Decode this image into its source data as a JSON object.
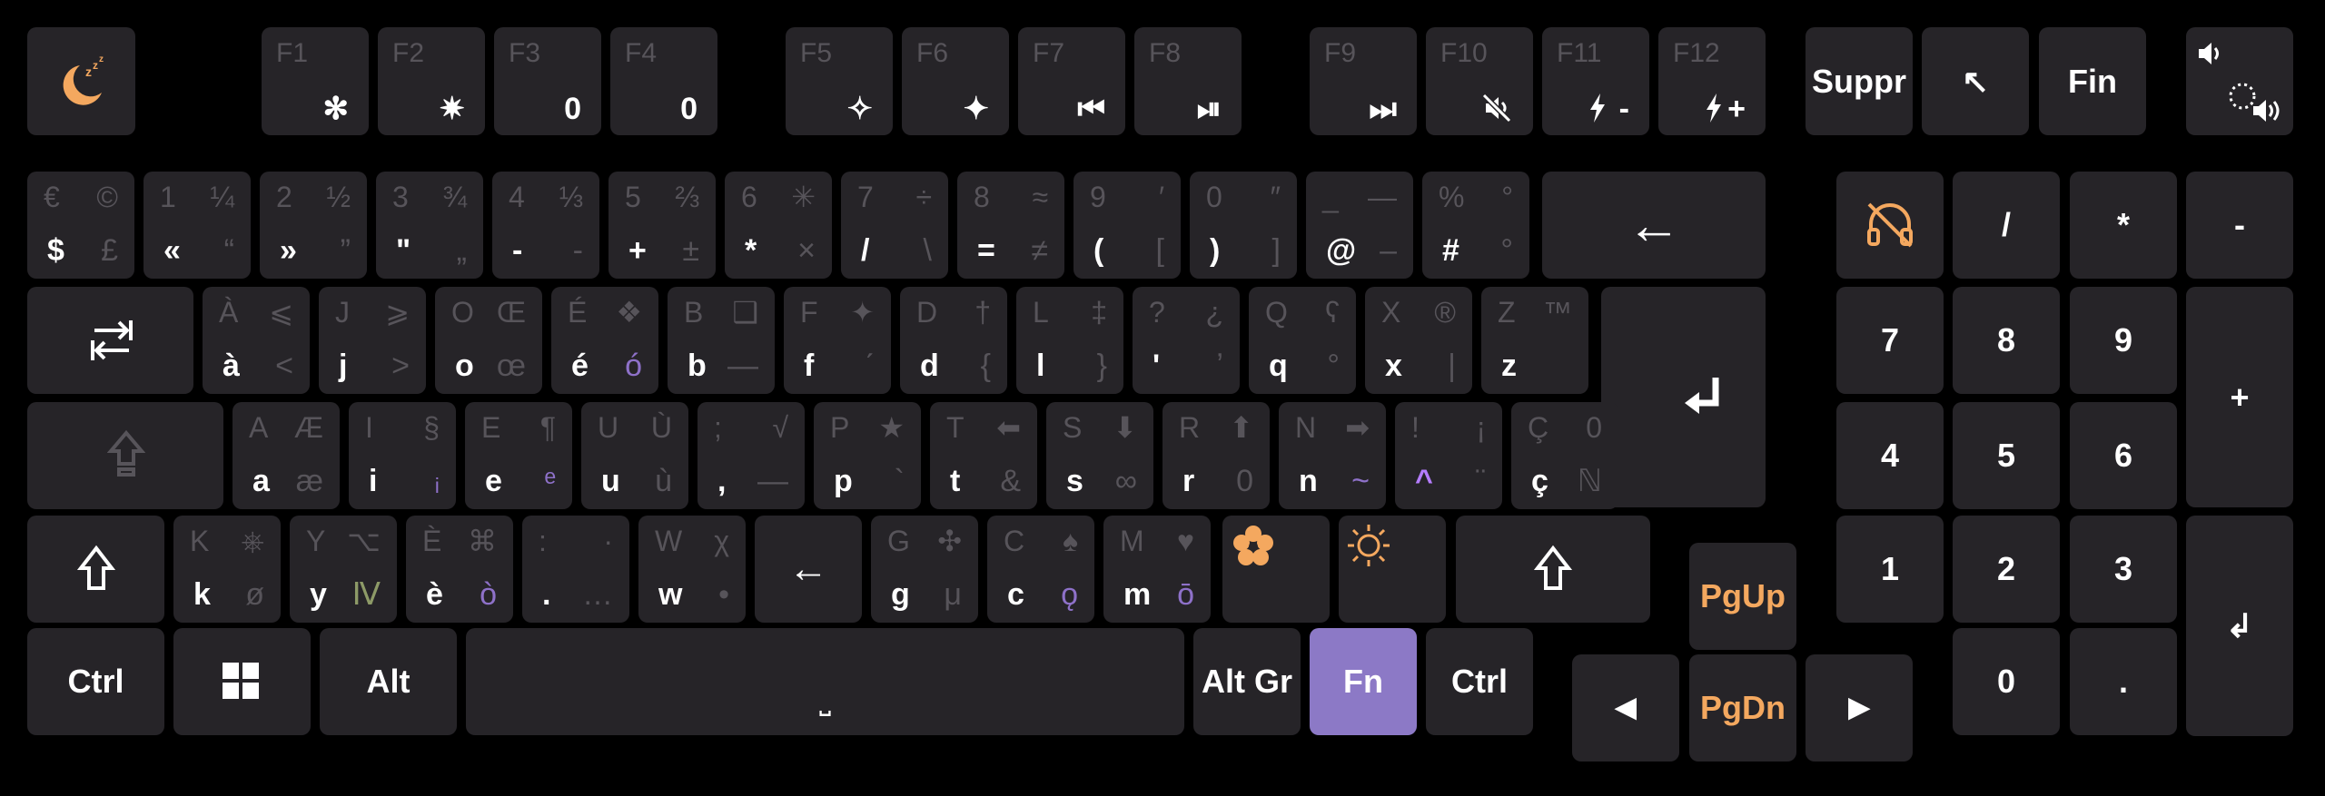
{
  "colors": {
    "background": "#000000",
    "key": "#262428",
    "legend_primary": "#ffffff",
    "legend_secondary": "#57545a",
    "accent_orange": "#f4a85f",
    "accent_purple": "#8e71c9",
    "fn_key": "#8c79c6"
  },
  "fkeys": [
    {
      "label": "F1",
      "value": "✻"
    },
    {
      "label": "F2",
      "value": "✷"
    },
    {
      "label": "F3",
      "value": "0"
    },
    {
      "label": "F4",
      "value": "0"
    },
    {
      "label": "F5",
      "value": "✧"
    },
    {
      "label": "F6",
      "value": "✦"
    },
    {
      "label": "F7",
      "value": "⏮"
    },
    {
      "label": "F8",
      "value": "⏯"
    },
    {
      "label": "F9",
      "value": "⏭"
    },
    {
      "label": "F10",
      "value": "",
      "icon": "mute-icon"
    },
    {
      "label": "F11",
      "value": "-",
      "icon": "brightness-down-icon"
    },
    {
      "label": "F12",
      "value": "+",
      "icon": "brightness-up-icon"
    }
  ],
  "nav_top": {
    "suppr": "Suppr",
    "home": "↖",
    "fin": "Fin"
  },
  "row1": [
    {
      "tl": "€",
      "tr": "©",
      "bl": "$",
      "br": "£"
    },
    {
      "tl": "1",
      "tr": "¼",
      "bl": "«",
      "br": "“"
    },
    {
      "tl": "2",
      "tr": "½",
      "bl": "»",
      "br": "”"
    },
    {
      "tl": "3",
      "tr": "¾",
      "bl": "\"",
      "br": "„"
    },
    {
      "tl": "4",
      "tr": "⅓",
      "bl": "-",
      "br": "-"
    },
    {
      "tl": "5",
      "tr": "⅔",
      "bl": "+",
      "br": "±"
    },
    {
      "tl": "6",
      "tr": "✳",
      "bl": "*",
      "br": "×"
    },
    {
      "tl": "7",
      "tr": "÷",
      "bl": "/",
      "br": "\\"
    },
    {
      "tl": "8",
      "tr": "≈",
      "bl": "=",
      "br": "≠"
    },
    {
      "tl": "9",
      "tr": "′",
      "bl": "(",
      "br": "["
    },
    {
      "tl": "0",
      "tr": "″",
      "bl": ")",
      "br": "]"
    },
    {
      "tl": "_",
      "tr": "—",
      "bl": "@",
      "br": "–"
    },
    {
      "tl": "%",
      "tr": "°",
      "bl": "#",
      "br": "°"
    }
  ],
  "backspace": "←",
  "row2": [
    {
      "tl": "À",
      "tr": "⩽",
      "bl": "à",
      "br": "<"
    },
    {
      "tl": "J",
      "tr": "⩾",
      "bl": "j",
      "br": ">"
    },
    {
      "tl": "O",
      "tr": "Œ",
      "bl": "o",
      "br": "œ"
    },
    {
      "tl": "É",
      "tr": "❖",
      "bl": "é",
      "br": "ó",
      "brc": "purple"
    },
    {
      "tl": "B",
      "tr": "❑",
      "bl": "b",
      "br": "—"
    },
    {
      "tl": "F",
      "tr": "✦",
      "bl": "f",
      "br": "ˊ"
    },
    {
      "tl": "D",
      "tr": "†",
      "bl": "d",
      "br": "{"
    },
    {
      "tl": "L",
      "tr": "‡",
      "bl": "l",
      "br": "}"
    },
    {
      "tl": "?",
      "tr": "¿",
      "bl": "'",
      "br": "ʼ"
    },
    {
      "tl": "Q",
      "tr": "ʕ",
      "bl": "q",
      "br": "°"
    },
    {
      "tl": "X",
      "tr": "®",
      "bl": "x",
      "br": "|"
    },
    {
      "tl": "Z",
      "tr": "™",
      "bl": "z",
      "br": ""
    }
  ],
  "row3": [
    {
      "tl": "A",
      "tr": "Æ",
      "bl": "a",
      "br": "æ"
    },
    {
      "tl": "I",
      "tr": "§",
      "bl": "i",
      "br": "ᵢ"
    },
    {
      "tl": "E",
      "tr": "¶",
      "bl": "e",
      "br": "ᵉ",
      "brc": "purple"
    },
    {
      "tl": "U",
      "tr": "Ù",
      "bl": "u",
      "br": "ù"
    },
    {
      "tl": ";",
      "tr": "√",
      "bl": ",",
      "br": "—"
    },
    {
      "tl": "P",
      "tr": "★",
      "bl": "p",
      "br": "`"
    },
    {
      "tl": "T",
      "tr": "⬅",
      "bl": "t",
      "br": "&"
    },
    {
      "tl": "S",
      "tr": "⬇",
      "bl": "s",
      "br": "∞"
    },
    {
      "tl": "R",
      "tr": "⬆",
      "bl": "r",
      "br": "0"
    },
    {
      "tl": "N",
      "tr": "➡",
      "bl": "n",
      "br": "~",
      "brc": "purple"
    },
    {
      "tl": "!",
      "tr": "¡",
      "bl": "^",
      "br": "¨",
      "blc": "purple"
    },
    {
      "tl": "Ç",
      "tr": "0",
      "bl": "ç",
      "br": "ℕ"
    }
  ],
  "row4": [
    {
      "tl": "K",
      "tr": "⎈",
      "bl": "k",
      "br": "ø"
    },
    {
      "tl": "Y",
      "tr": "⌥",
      "bl": "y",
      "br": "Ⅳ",
      "brc": "green"
    },
    {
      "tl": "È",
      "tr": "⌘",
      "bl": "è",
      "br": "ò",
      "brc": "purple"
    },
    {
      "tl": ":",
      "tr": "·",
      "bl": ".",
      "br": "…"
    },
    {
      "tl": "W",
      "tr": "χ",
      "bl": "w",
      "br": "•"
    },
    {
      "center": "←"
    },
    {
      "tl": "G",
      "tr": "✣",
      "bl": "g",
      "br": "μ"
    },
    {
      "tl": "C",
      "tr": "♠",
      "bl": "c",
      "br": "ǫ",
      "brc": "purple"
    },
    {
      "tl": "M",
      "tr": "♥",
      "bl": "m",
      "br": "ō",
      "brc": "purple"
    }
  ],
  "bottom": {
    "ctrl": "Ctrl",
    "alt": "Alt",
    "space": "⎵",
    "altgr": "Alt Gr",
    "fn": "Fn",
    "ctrl_right": "Ctrl"
  },
  "nav": {
    "pgup": "PgUp",
    "pgdn": "PgDn",
    "left": "◀",
    "right": "▶"
  },
  "numpad": {
    "slash": "/",
    "star": "*",
    "minus": "-",
    "plus": "+",
    "k7": "7",
    "k8": "8",
    "k9": "9",
    "k4": "4",
    "k5": "5",
    "k6": "6",
    "k1": "1",
    "k2": "2",
    "k3": "3",
    "k0": "0",
    "dot": ".",
    "enter": "↲"
  }
}
